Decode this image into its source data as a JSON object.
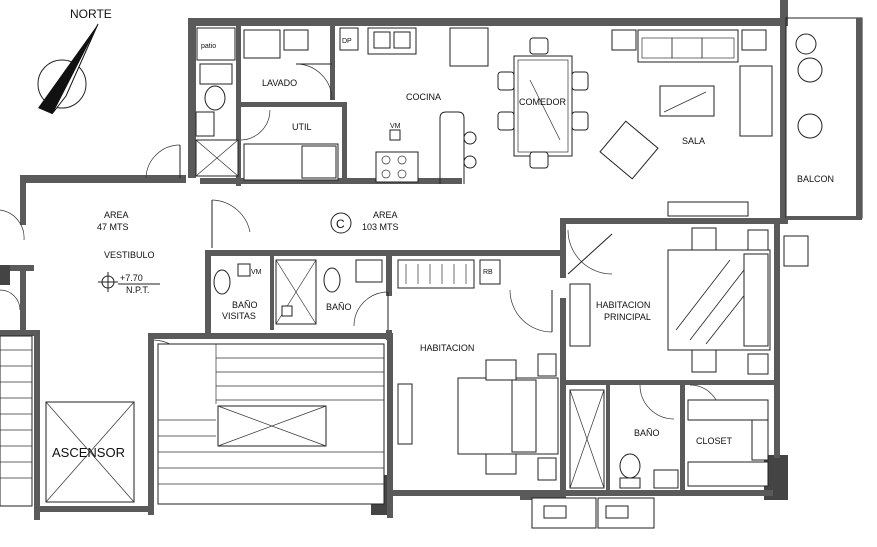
{
  "compass": {
    "label": "NORTE"
  },
  "zone": {
    "letter": "C"
  },
  "areas": [
    {
      "name": "AREA",
      "value": "47 MTS"
    },
    {
      "name": "AREA",
      "value": "103 MTS"
    }
  ],
  "level": {
    "value": "+7.70",
    "note": "N.P.T."
  },
  "rooms": {
    "lavado": "LAVADO",
    "util": "UTIL",
    "cocina": "COCINA",
    "comedor": "COMEDOR",
    "sala": "SALA",
    "balcon": "BALCON",
    "vestibulo": "VESTIBULO",
    "bano_visitas_1": "BAÑO",
    "bano_visitas_2": "VISITAS",
    "bano_hall": "BAÑO",
    "habitacion": "HABITACION",
    "habitacion_principal_1": "HABITACION",
    "habitacion_principal_2": "PRINCIPAL",
    "bano_principal": "BAÑO",
    "closet": "CLOSET",
    "ascensor": "ASCENSOR"
  },
  "fixtures": {
    "dp": "DP",
    "rb": "RB",
    "vm": "VM",
    "patio": "patio"
  }
}
